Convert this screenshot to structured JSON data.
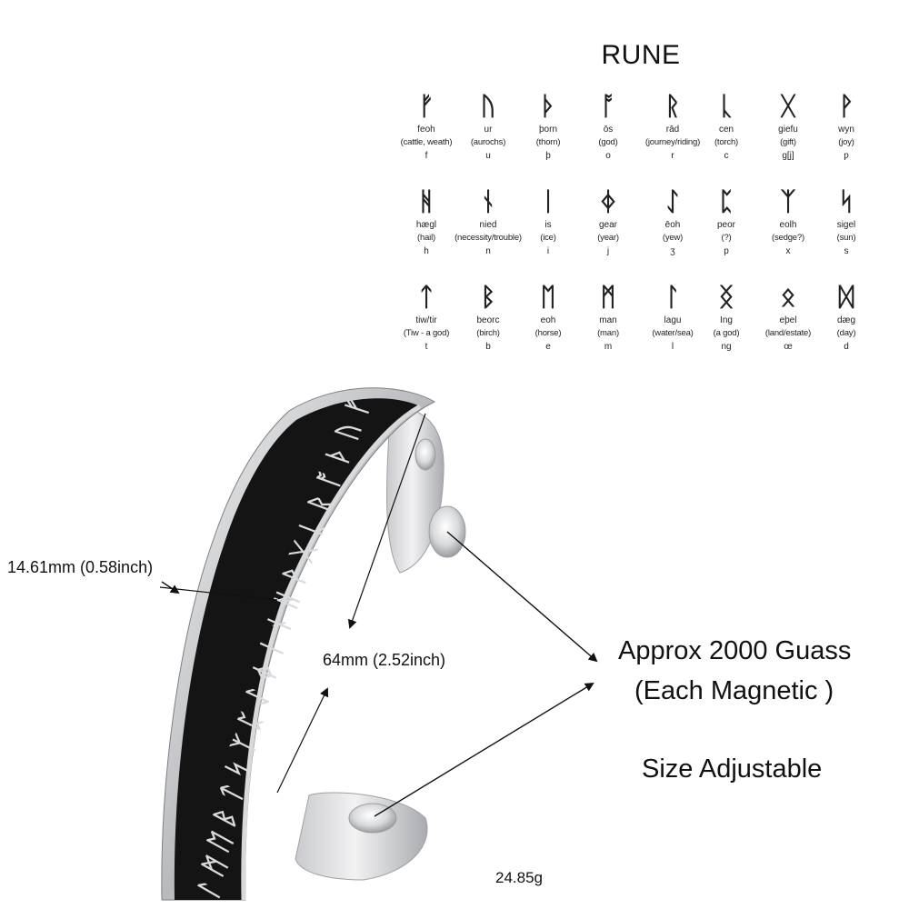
{
  "title": "RUNE",
  "runes": [
    {
      "glyph": "ᚠ",
      "name": "feoh",
      "meaning": "(cattle, weath)",
      "letter": "f"
    },
    {
      "glyph": "ᚢ",
      "name": "ur",
      "meaning": "(aurochs)",
      "letter": "u"
    },
    {
      "glyph": "ᚦ",
      "name": "þorn",
      "meaning": "(thorn)",
      "letter": "þ"
    },
    {
      "glyph": "ᚩ",
      "name": "ōs",
      "meaning": "(god)",
      "letter": "o"
    },
    {
      "glyph": "ᚱ",
      "name": "rād",
      "meaning": "(journey/riding)",
      "letter": "r"
    },
    {
      "glyph": "ᚳ",
      "name": "cen",
      "meaning": "(torch)",
      "letter": "c"
    },
    {
      "glyph": "ᚷ",
      "name": "giefu",
      "meaning": "(gift)",
      "letter": "g[j]"
    },
    {
      "glyph": "ᚹ",
      "name": "wyn",
      "meaning": "(joy)",
      "letter": "ƿ"
    },
    {
      "glyph": "ᚻ",
      "name": "hægl",
      "meaning": "(hail)",
      "letter": "h"
    },
    {
      "glyph": "ᚾ",
      "name": "nied",
      "meaning": "(necessity/trouble)",
      "letter": "n"
    },
    {
      "glyph": "ᛁ",
      "name": "is",
      "meaning": "(ice)",
      "letter": "i"
    },
    {
      "glyph": "ᛄ",
      "name": "gear",
      "meaning": "(year)",
      "letter": "j"
    },
    {
      "glyph": "ᛇ",
      "name": "ēoh",
      "meaning": "(yew)",
      "letter": "ʒ"
    },
    {
      "glyph": "ᛈ",
      "name": "peor",
      "meaning": "(?)",
      "letter": "p"
    },
    {
      "glyph": "ᛉ",
      "name": "eolh",
      "meaning": "(sedge?)",
      "letter": "x"
    },
    {
      "glyph": "ᛋ",
      "name": "sigel",
      "meaning": "(sun)",
      "letter": "s"
    },
    {
      "glyph": "ᛏ",
      "name": "tiw/tir",
      "meaning": "(Tiw - a god)",
      "letter": "t"
    },
    {
      "glyph": "ᛒ",
      "name": "beorc",
      "meaning": "(birch)",
      "letter": "b"
    },
    {
      "glyph": "ᛖ",
      "name": "eoh",
      "meaning": "(horse)",
      "letter": "e"
    },
    {
      "glyph": "ᛗ",
      "name": "man",
      "meaning": "(man)",
      "letter": "m"
    },
    {
      "glyph": "ᛚ",
      "name": "lagu",
      "meaning": "(water/sea)",
      "letter": "l"
    },
    {
      "glyph": "ᛝ",
      "name": "Ing",
      "meaning": "(a god)",
      "letter": "ng"
    },
    {
      "glyph": "ᛟ",
      "name": "eþel",
      "meaning": "(land/estate)",
      "letter": "œ"
    },
    {
      "glyph": "ᛞ",
      "name": "dæg",
      "meaning": "(day)",
      "letter": "d"
    }
  ],
  "band_runes": [
    "ᚠ",
    "ᚢ",
    "ᚦ",
    "ᚩ",
    "ᚱ",
    "ᚳ",
    "ᚷ",
    "ᚹ",
    "ᚻ",
    "ᚾ",
    "ᛁ",
    "ᛄ",
    "ᛇ",
    "ᛈ",
    "ᛉ",
    "ᛋ",
    "ᛏ",
    "ᛒ",
    "ᛖ",
    "ᛗ",
    "ᛚ"
  ],
  "measurements": {
    "width": "14.61mm (0.58inch)",
    "diameter": "64mm (2.52inch)",
    "weight": "24.85g"
  },
  "callouts": {
    "gauss_line1": "Approx 2000 Guass",
    "gauss_line2": "(Each Magnetic )",
    "size": "Size Adjustable"
  },
  "colors": {
    "background": "#ffffff",
    "band_black": "#141414",
    "steel_light": "#e9e9eb",
    "steel_dark": "#8a8c90"
  }
}
